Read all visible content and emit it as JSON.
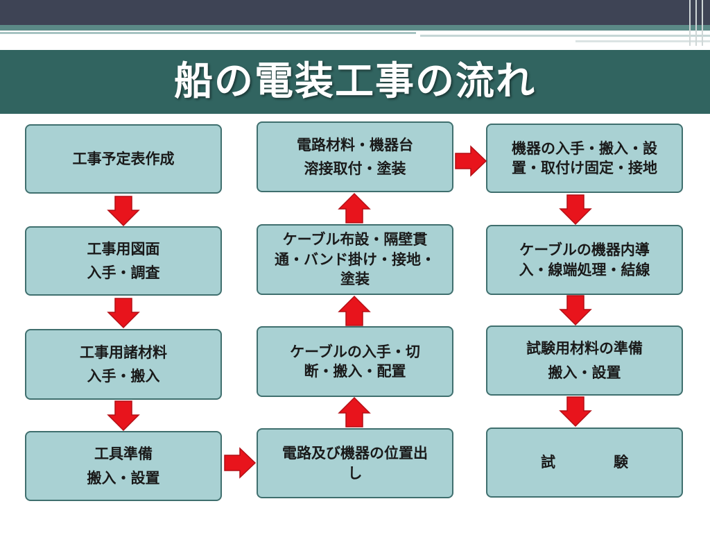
{
  "slide": {
    "title": "船の電装工事の流れ"
  },
  "flow": {
    "column1": [
      {
        "id": "c1-1",
        "lines": [
          "工事予定表作成"
        ]
      },
      {
        "id": "c1-2",
        "lines": [
          "工事用図面",
          "入手・調査"
        ]
      },
      {
        "id": "c1-3",
        "lines": [
          "工事用諸材料",
          "入手・搬入"
        ]
      },
      {
        "id": "c1-4",
        "lines": [
          "工具準備",
          "搬入・設置"
        ]
      }
    ],
    "column2": [
      {
        "id": "c2-1",
        "lines": [
          "電路材料・機器台",
          "溶接取付・塗装"
        ]
      },
      {
        "id": "c2-2",
        "lines": [
          "ケーブル布設・隔壁貫",
          "通・バンド掛け・接地・",
          "塗装"
        ]
      },
      {
        "id": "c2-3",
        "lines": [
          "ケーブルの入手・切",
          "断・搬入・配置"
        ]
      },
      {
        "id": "c2-4",
        "lines": [
          "電路及び機器の位置出",
          "し"
        ]
      }
    ],
    "column3": [
      {
        "id": "c3-1",
        "lines": [
          "機器の入手・搬入・設",
          "置・取付け固定・接地"
        ]
      },
      {
        "id": "c3-2",
        "lines": [
          "ケーブルの機器内導",
          "入・線端処理・結線"
        ]
      },
      {
        "id": "c3-3",
        "lines": [
          "試験用材料の準備",
          "搬入・設置"
        ]
      },
      {
        "id": "c3-4",
        "lines": [
          "試　　　　験"
        ]
      }
    ]
  },
  "colors": {
    "box_fill": "#a9d1d3",
    "box_border": "#3f6f6e",
    "arrow_fill": "#e8141c",
    "title_band": "#316460"
  }
}
